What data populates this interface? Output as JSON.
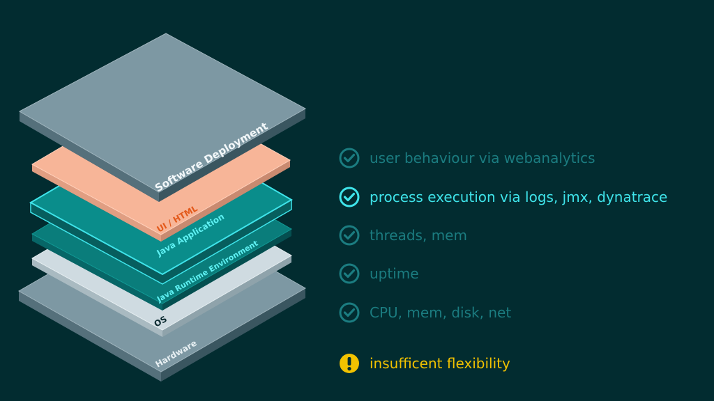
{
  "colors": {
    "background": "#022c30",
    "dim_text": "#1b7c80",
    "active_text": "#3fe4ea",
    "warning": "#f2c200"
  },
  "layers": [
    {
      "id": "hardware",
      "label": "Hardware",
      "fill": "#7d98a3"
    },
    {
      "id": "os",
      "label": "OS",
      "fill": "#cfdbe1"
    },
    {
      "id": "jre",
      "label": "Java Runtime Environment",
      "fill": "#0a7d7b"
    },
    {
      "id": "java-app",
      "label": "Java Application",
      "fill": "#0a8d8b",
      "highlight": true
    },
    {
      "id": "ui-html",
      "label": "UI / HTML",
      "fill": "#f7b598"
    },
    {
      "id": "software-deployment",
      "label": "Software Deployment",
      "fill": "#7d98a3"
    }
  ],
  "monitoring_items": [
    {
      "id": "user-behaviour",
      "icon": "check-circle-icon",
      "text": "user behaviour via webanalytics",
      "state": "dim"
    },
    {
      "id": "process-execution",
      "icon": "check-circle-icon",
      "text": "process execution via logs, jmx, dynatrace",
      "state": "active"
    },
    {
      "id": "threads-mem",
      "icon": "check-circle-icon",
      "text": "threads, mem",
      "state": "dim"
    },
    {
      "id": "uptime",
      "icon": "check-circle-icon",
      "text": "uptime",
      "state": "dim"
    },
    {
      "id": "cpu-mem-disk-net",
      "icon": "check-circle-icon",
      "text": "CPU, mem, disk, net",
      "state": "dim"
    }
  ],
  "warning": {
    "icon": "exclamation-circle-icon",
    "text": "insufficent flexibility"
  }
}
